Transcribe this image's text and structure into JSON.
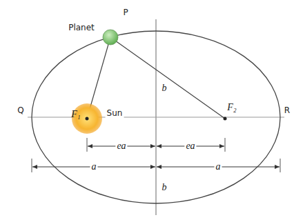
{
  "diagram": {
    "labels": [
      "Planet",
      "P",
      "Sun",
      "F₁",
      "F₂",
      "Q",
      "R",
      "b",
      "b",
      "ea",
      "ea",
      "a",
      "a"
    ]
  }
}
